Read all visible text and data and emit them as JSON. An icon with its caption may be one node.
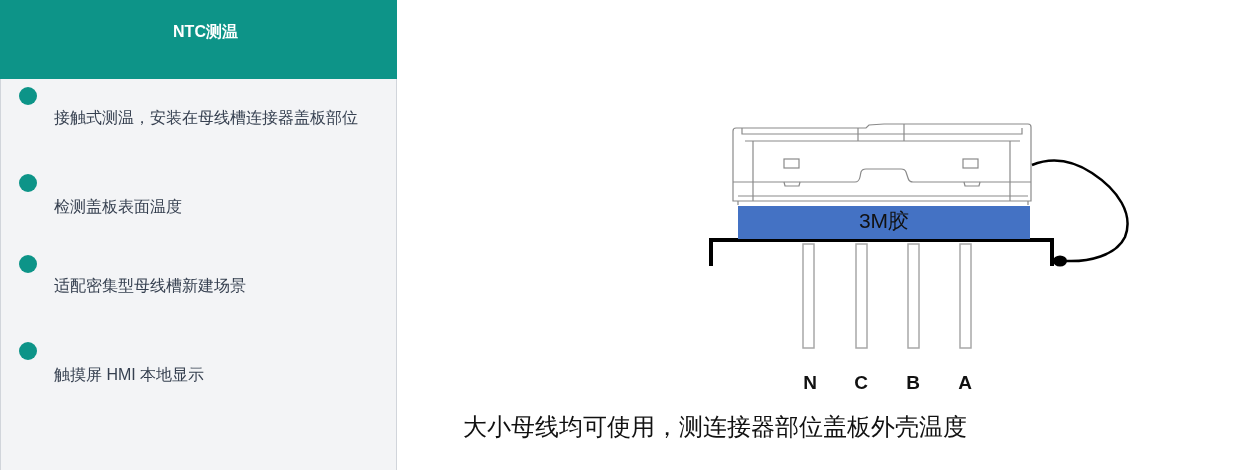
{
  "diagram": {
    "nodes": [
      {
        "text": [
          "NTC测温",
          "接触式测温，安装在母线槽连接器盖板部位",
          "检测盖板表面温度",
          "适配密集型母线槽新建场景",
          "触摸屏 HMI 本地显示"
        ]
      },
      {
        "text": [
          "3M胶"
        ]
      }
    ],
    "labels": [
      "N",
      "C",
      "B",
      "A"
    ],
    "caption": "大小母线均可使用，测连接器部位盖板外壳温度"
  }
}
